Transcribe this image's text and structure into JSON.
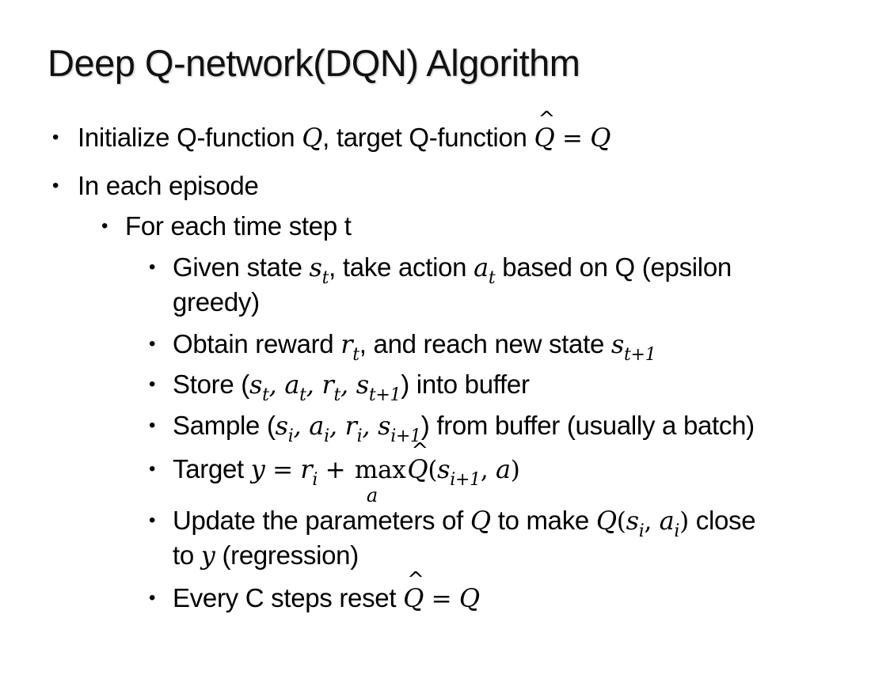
{
  "slide": {
    "title": "Deep Q-network(DQN) Algorithm",
    "l1": {
      "a": "Initialize Q-function ",
      "Q": "Q",
      "b": ", target Q-function ",
      "Qhat": "Q",
      "eq": " = ",
      "Q2": "Q"
    },
    "l2": {
      "text": "In each episode"
    },
    "l3": {
      "text": "For each time step t"
    },
    "l4": {
      "a": "Given state ",
      "s": "s",
      "t1": "t",
      "b": ", take action ",
      "act": "a",
      "t2": "t",
      "c": " based on Q (epsilon"
    },
    "l4b": {
      "text": "greedy)"
    },
    "l5": {
      "a": "Obtain reward ",
      "r": "r",
      "t": "t",
      "b": ", and reach new state ",
      "s": "s",
      "sub": "t+1"
    },
    "l6": {
      "a": "Store (",
      "s": "s",
      "t1": "t",
      "act": "a",
      "t2": "t",
      "r": "r",
      "t3": "t",
      "s2": "s",
      "sub": "t+1",
      "b": ") into buffer"
    },
    "l7": {
      "a": "Sample (",
      "s": "s",
      "i1": "i",
      "act": "a",
      "i2": "i",
      "r": "r",
      "i3": "i",
      "s2": "s",
      "sub": "i+1",
      "b": ") from buffer (usually a batch)"
    },
    "l8": {
      "a": "Target ",
      "y": "y",
      "eq": " = ",
      "r": "r",
      "i": "i",
      "plus": " + ",
      "max": "max",
      "maxsub": "a",
      "Qhat": "Q",
      "s": "s",
      "sub": "i+1",
      "act": "a"
    },
    "l9": {
      "a": "Update the parameters of ",
      "Q": "Q",
      "b": " to make ",
      "Q2": "Q",
      "s": "s",
      "i1": "i",
      "act": "a",
      "i2": "i",
      "c": " close"
    },
    "l9b": {
      "a": "to ",
      "y": "y",
      "b": " (regression)"
    },
    "l10": {
      "a": "Every C steps reset ",
      "Qhat": "Q",
      "eq": " = ",
      "Q": "Q"
    },
    "bullet": "•"
  }
}
